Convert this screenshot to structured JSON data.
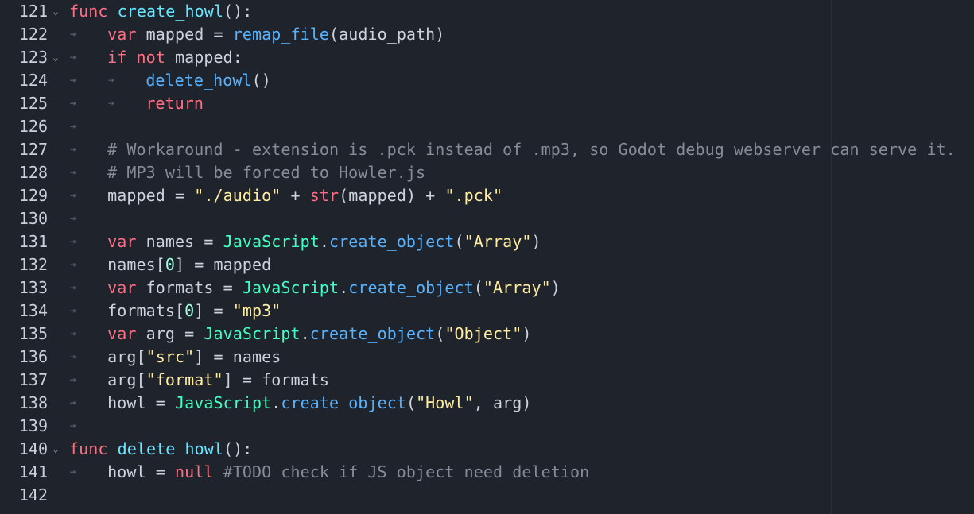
{
  "editor": {
    "lines": [
      {
        "n": "121",
        "fold": "⌄",
        "tabs": 0,
        "tokens": [
          [
            "kw",
            "func"
          ],
          [
            "txt",
            " "
          ],
          [
            "def",
            "create_howl"
          ],
          [
            "txt",
            "():"
          ]
        ]
      },
      {
        "n": "122",
        "fold": "",
        "tabs": 1,
        "tokens": [
          [
            "kw",
            "var"
          ],
          [
            "txt",
            " mapped = "
          ],
          [
            "fn",
            "remap_file"
          ],
          [
            "txt",
            "(audio_path)"
          ]
        ]
      },
      {
        "n": "123",
        "fold": "⌄",
        "tabs": 1,
        "tokens": [
          [
            "kw",
            "if"
          ],
          [
            "txt",
            " "
          ],
          [
            "kw",
            "not"
          ],
          [
            "txt",
            " mapped:"
          ]
        ]
      },
      {
        "n": "124",
        "fold": "",
        "tabs": 2,
        "tokens": [
          [
            "fn",
            "delete_howl"
          ],
          [
            "txt",
            "()"
          ]
        ]
      },
      {
        "n": "125",
        "fold": "",
        "tabs": 2,
        "tokens": [
          [
            "kw",
            "return"
          ]
        ]
      },
      {
        "n": "126",
        "fold": "",
        "tabs": 1,
        "tokens": []
      },
      {
        "n": "127",
        "fold": "",
        "tabs": 1,
        "tokens": [
          [
            "cmt",
            "# Workaround - extension is .pck instead of .mp3, so Godot debug webserver can serve it."
          ]
        ]
      },
      {
        "n": "128",
        "fold": "",
        "tabs": 1,
        "tokens": [
          [
            "cmt",
            "# MP3 will be forced to Howler.js"
          ]
        ]
      },
      {
        "n": "129",
        "fold": "",
        "tabs": 1,
        "tokens": [
          [
            "txt",
            "mapped = "
          ],
          [
            "str",
            "\"./audio\""
          ],
          [
            "txt",
            " + "
          ],
          [
            "kw",
            "str"
          ],
          [
            "txt",
            "(mapped) + "
          ],
          [
            "str",
            "\".pck\""
          ]
        ]
      },
      {
        "n": "130",
        "fold": "",
        "tabs": 1,
        "tokens": []
      },
      {
        "n": "131",
        "fold": "",
        "tabs": 1,
        "tokens": [
          [
            "kw",
            "var"
          ],
          [
            "txt",
            " names = "
          ],
          [
            "type",
            "JavaScript"
          ],
          [
            "txt",
            "."
          ],
          [
            "fn",
            "create_object"
          ],
          [
            "txt",
            "("
          ],
          [
            "str",
            "\"Array\""
          ],
          [
            "txt",
            ")"
          ]
        ]
      },
      {
        "n": "132",
        "fold": "",
        "tabs": 1,
        "tokens": [
          [
            "txt",
            "names["
          ],
          [
            "num",
            "0"
          ],
          [
            "txt",
            "] = mapped"
          ]
        ]
      },
      {
        "n": "133",
        "fold": "",
        "tabs": 1,
        "tokens": [
          [
            "kw",
            "var"
          ],
          [
            "txt",
            " formats = "
          ],
          [
            "type",
            "JavaScript"
          ],
          [
            "txt",
            "."
          ],
          [
            "fn",
            "create_object"
          ],
          [
            "txt",
            "("
          ],
          [
            "str",
            "\"Array\""
          ],
          [
            "txt",
            ")"
          ]
        ]
      },
      {
        "n": "134",
        "fold": "",
        "tabs": 1,
        "tokens": [
          [
            "txt",
            "formats["
          ],
          [
            "num",
            "0"
          ],
          [
            "txt",
            "] = "
          ],
          [
            "str",
            "\"mp3\""
          ]
        ]
      },
      {
        "n": "135",
        "fold": "",
        "tabs": 1,
        "tokens": [
          [
            "kw",
            "var"
          ],
          [
            "txt",
            " arg = "
          ],
          [
            "type",
            "JavaScript"
          ],
          [
            "txt",
            "."
          ],
          [
            "fn",
            "create_object"
          ],
          [
            "txt",
            "("
          ],
          [
            "str",
            "\"Object\""
          ],
          [
            "txt",
            ")"
          ]
        ]
      },
      {
        "n": "136",
        "fold": "",
        "tabs": 1,
        "tokens": [
          [
            "txt",
            "arg["
          ],
          [
            "str",
            "\"src\""
          ],
          [
            "txt",
            "] = names"
          ]
        ]
      },
      {
        "n": "137",
        "fold": "",
        "tabs": 1,
        "tokens": [
          [
            "txt",
            "arg["
          ],
          [
            "str",
            "\"format\""
          ],
          [
            "txt",
            "] = formats"
          ]
        ]
      },
      {
        "n": "138",
        "fold": "",
        "tabs": 1,
        "tokens": [
          [
            "txt",
            "howl = "
          ],
          [
            "type",
            "JavaScript"
          ],
          [
            "txt",
            "."
          ],
          [
            "fn",
            "create_object"
          ],
          [
            "txt",
            "("
          ],
          [
            "str",
            "\"Howl\""
          ],
          [
            "txt",
            ", arg)"
          ]
        ]
      },
      {
        "n": "139",
        "fold": "",
        "tabs": 1,
        "tokens": []
      },
      {
        "n": "140",
        "fold": "⌄",
        "tabs": 0,
        "tokens": [
          [
            "kw",
            "func"
          ],
          [
            "txt",
            " "
          ],
          [
            "def",
            "delete_howl"
          ],
          [
            "txt",
            "():"
          ]
        ]
      },
      {
        "n": "141",
        "fold": "",
        "tabs": 1,
        "tokens": [
          [
            "txt",
            "howl = "
          ],
          [
            "kw",
            "null"
          ],
          [
            "txt",
            " "
          ],
          [
            "cmt",
            "#TODO check if JS object need deletion"
          ]
        ]
      },
      {
        "n": "142",
        "fold": "",
        "tabs": 0,
        "tokens": []
      }
    ],
    "tab_icon": "tab-indent-icon",
    "fold_icon": "chevron-down-icon"
  }
}
